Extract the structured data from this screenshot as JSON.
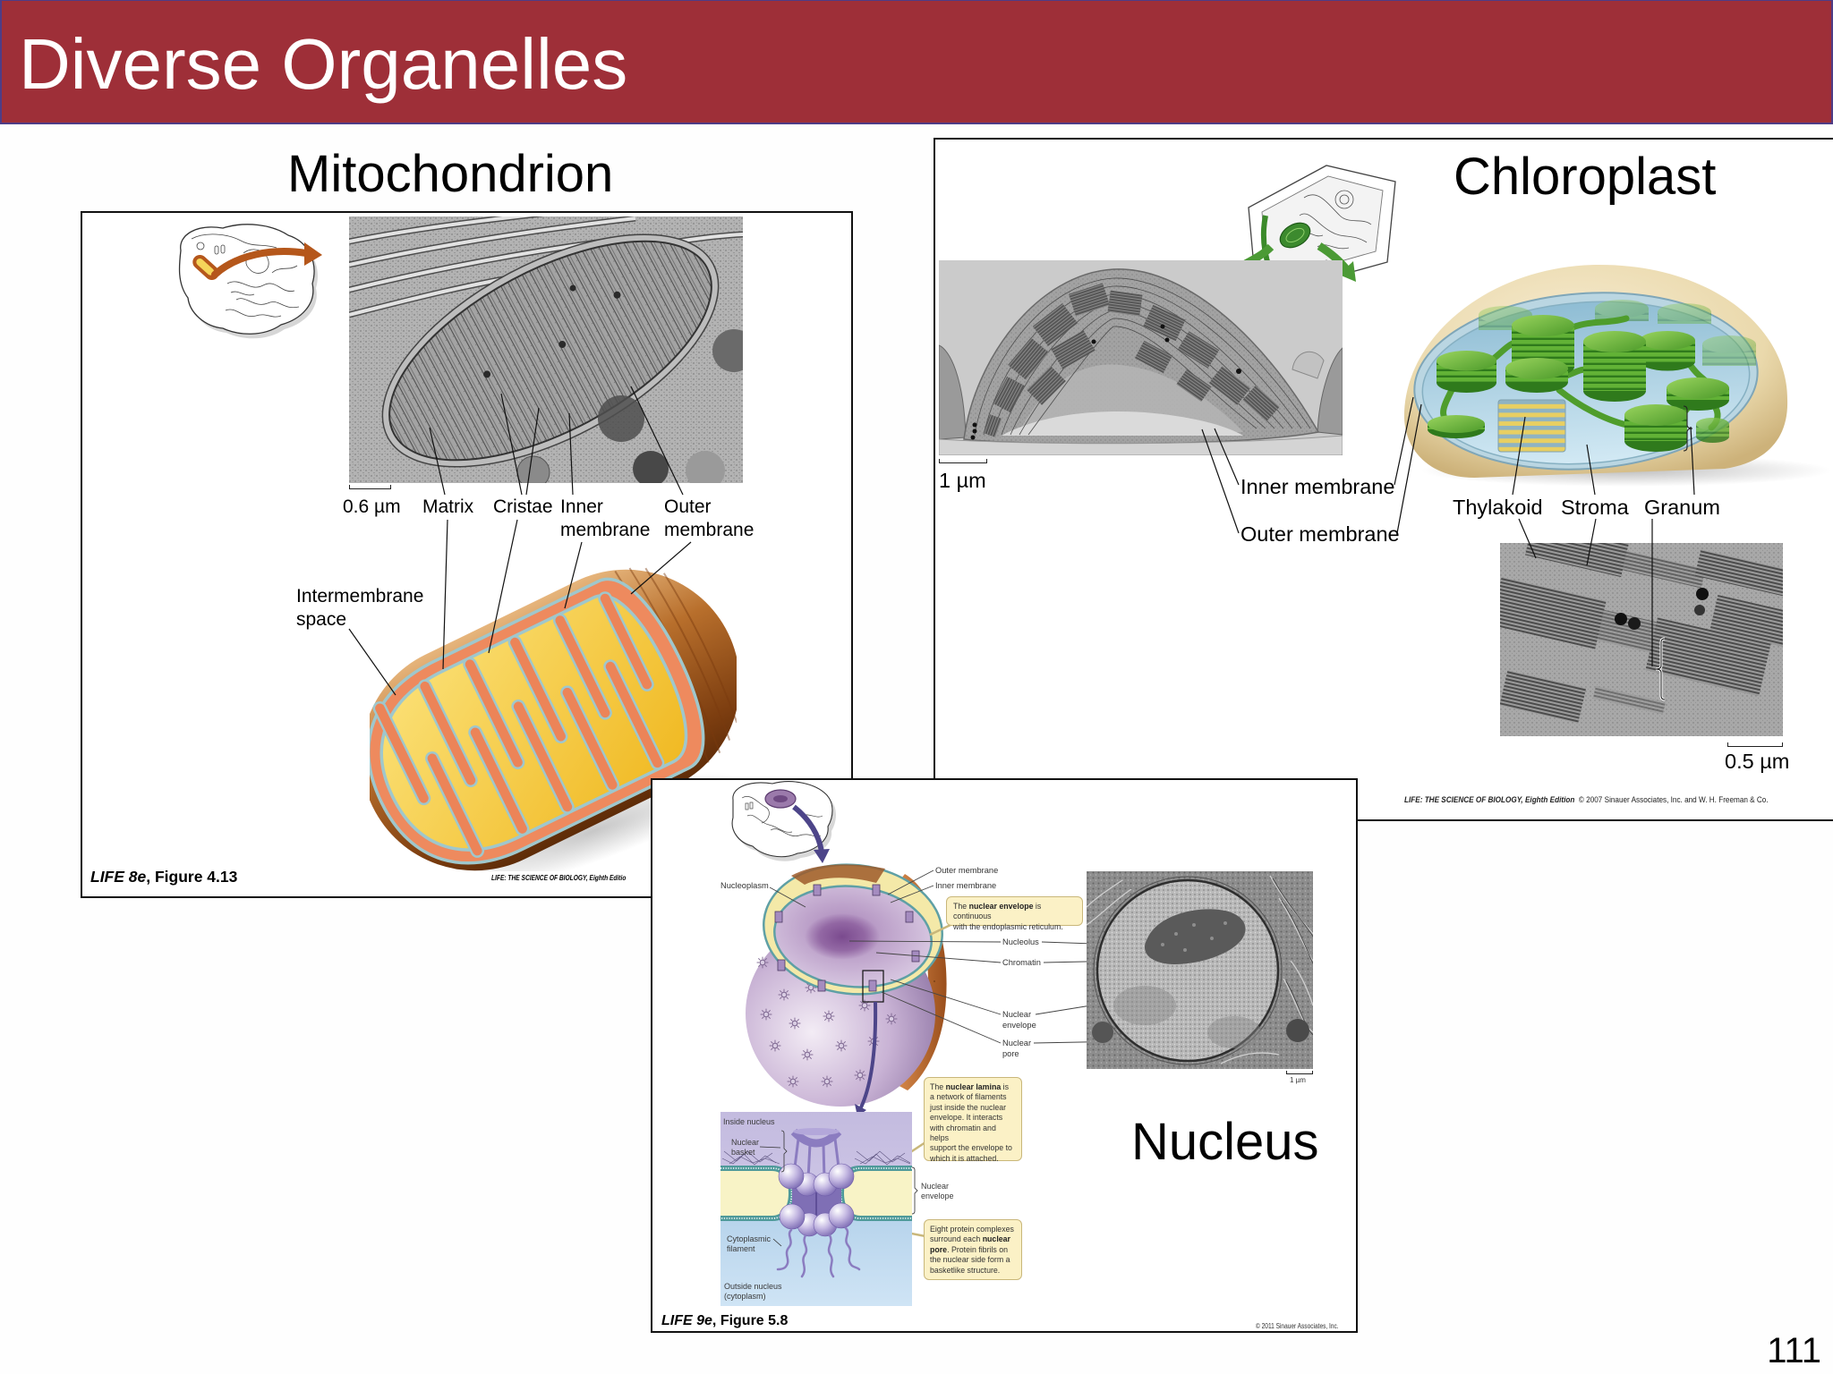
{
  "slide": {
    "title": "Diverse Organelles",
    "page_number": "111"
  },
  "theme": {
    "header_bg": "#9e2f38",
    "header_border": "#4e3c86",
    "title_color": "#ffffff",
    "panel_border": "#111111",
    "callout_bg": "#fbf1c6",
    "callout_border": "#c9b77a"
  },
  "mitochondrion": {
    "heading": "Mitochondrion",
    "micrograph_scale": "0.6 µm",
    "labels": {
      "matrix": "Matrix",
      "cristae": "Cristae",
      "inner_membrane": "Inner\nmembrane",
      "outer_membrane": "Outer\nmembrane",
      "intermembrane_space": "Intermembrane\nspace"
    },
    "caption": {
      "book": "LIFE",
      "edition": " 8e",
      "figure": ", Figure 4.13"
    },
    "credit": "LIFE: THE SCIENCE OF BIOLOGY, Eighth Editio"
  },
  "chloroplast": {
    "heading": "Chloroplast",
    "micrograph_scale": "1 µm",
    "detail_scale": "0.5 µm",
    "labels": {
      "inner_membrane": "Inner membrane",
      "outer_membrane": "Outer membrane",
      "thylakoid": "Thylakoid",
      "stroma": "Stroma",
      "granum": "Granum"
    },
    "credit": {
      "book": "LIFE: THE SCIENCE OF BIOLOGY, Eighth Edition",
      "copyright": "© 2007 Sinauer Associates, Inc. and W. H. Freeman & Co."
    }
  },
  "nucleus": {
    "heading": "Nucleus",
    "micrograph_scale": "1 µm",
    "labels": {
      "nucleoplasm": "Nucleoplasm",
      "outer_membrane": "Outer membrane",
      "inner_membrane": "Inner membrane",
      "nucleolus": "Nucleolus",
      "chromatin": "Chromatin",
      "nuclear_envelope": "Nuclear\nenvelope",
      "nuclear_pore": "Nuclear\npore"
    },
    "callouts": [
      {
        "pre": "The ",
        "bold": "nuclear envelope",
        "post": " is continuous\nwith the endoplasmic reticulum."
      },
      {
        "pre": "The ",
        "bold": "nuclear lamina",
        "post": " is\na network of filaments\njust inside the nuclear\nenvelope. It interacts\nwith chromatin and helps\nsupport the envelope to\nwhich it is attached."
      },
      {
        "pre": "Eight protein complexes\nsurround each ",
        "bold": "nuclear\npore",
        "post": ". Protein fibrils on\nthe nuclear side form a\nbasketlike structure."
      }
    ],
    "pore_detail": {
      "inside_nucleus": "Inside nucleus",
      "nuclear_basket": "Nuclear\nbasket",
      "cytoplasmic_filament": "Cytoplasmic\nfilament",
      "outside_nucleus": "Outside nucleus\n(cytoplasm)",
      "nuclear_envelope": "Nuclear\nenvelope"
    },
    "caption": {
      "book": "LIFE",
      "edition": " 9e",
      "figure": ", Figure 5.8"
    },
    "credit": "© 2011 Sinauer Associates, Inc."
  }
}
